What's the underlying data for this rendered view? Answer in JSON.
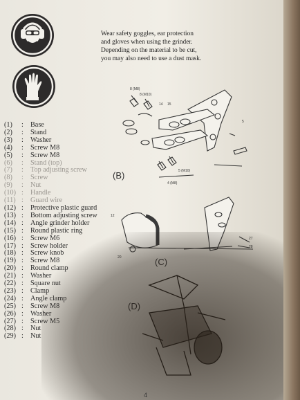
{
  "notice": {
    "lines": [
      "Wear safety goggles, ear protection",
      "and gloves when using the grinder.",
      "Depending on the material to be cut,",
      "you may also need to use a dust mask."
    ]
  },
  "icons": [
    "goggles-ear-protection-icon",
    "gloves-icon"
  ],
  "parts": [
    {
      "num": "(1)",
      "sep": ":",
      "name": "Base"
    },
    {
      "num": "(2)",
      "sep": ":",
      "name": "Stand"
    },
    {
      "num": "(3)",
      "sep": ":",
      "name": "Washer"
    },
    {
      "num": "(4)",
      "sep": ":",
      "name": "Screw M8"
    },
    {
      "num": "(5)",
      "sep": ":",
      "name": "Screw M8"
    },
    {
      "num": "(6)",
      "sep": ":",
      "name": "Stand (top)"
    },
    {
      "num": "(7)",
      "sep": ":",
      "name": "Top adjusting screw"
    },
    {
      "num": "(8)",
      "sep": ":",
      "name": "Screw"
    },
    {
      "num": "(9)",
      "sep": ":",
      "name": "Nut"
    },
    {
      "num": "(10)",
      "sep": ":",
      "name": "Handle"
    },
    {
      "num": "(11)",
      "sep": ":",
      "name": "Guard wire"
    },
    {
      "num": "(12)",
      "sep": ":",
      "name": "Protective plastic guard"
    },
    {
      "num": "(13)",
      "sep": ":",
      "name": "Bottom adjusting screw"
    },
    {
      "num": "(14)",
      "sep": ":",
      "name": "Angle grinder holder"
    },
    {
      "num": "(15)",
      "sep": ":",
      "name": "Round plastic ring"
    },
    {
      "num": "(16)",
      "sep": ":",
      "name": "Screw M6"
    },
    {
      "num": "(17)",
      "sep": ":",
      "name": "Screw holder"
    },
    {
      "num": "(18)",
      "sep": ":",
      "name": "Screw knob"
    },
    {
      "num": "(19)",
      "sep": ":",
      "name": "Screw M8"
    },
    {
      "num": "(20)",
      "sep": ":",
      "name": "Round clamp"
    },
    {
      "num": "(21)",
      "sep": ":",
      "name": "Washer"
    },
    {
      "num": "(22)",
      "sep": ":",
      "name": "Square nut"
    },
    {
      "num": "(23)",
      "sep": ":",
      "name": "Clamp"
    },
    {
      "num": "(24)",
      "sep": ":",
      "name": "Angle clamp"
    },
    {
      "num": "(25)",
      "sep": ":",
      "name": "Screw M8"
    },
    {
      "num": "(26)",
      "sep": ":",
      "name": "Washer"
    },
    {
      "num": "(27)",
      "sep": ":",
      "name": "Screw M5"
    },
    {
      "num": "(28)",
      "sep": ":",
      "name": "Nut"
    },
    {
      "num": "(29)",
      "sep": ":",
      "name": "Nut"
    }
  ],
  "figures": {
    "b": {
      "label": "(B)",
      "callouts": [
        "8 (M8)",
        "8 (M10)",
        "14",
        "15",
        "5",
        "5 (M10)",
        "4 (M8)"
      ]
    },
    "c": {
      "label": "(C)",
      "callouts": [
        "12",
        "20",
        "27",
        "28"
      ]
    },
    "d": {
      "label": "(D)"
    }
  },
  "page_number": "4"
}
